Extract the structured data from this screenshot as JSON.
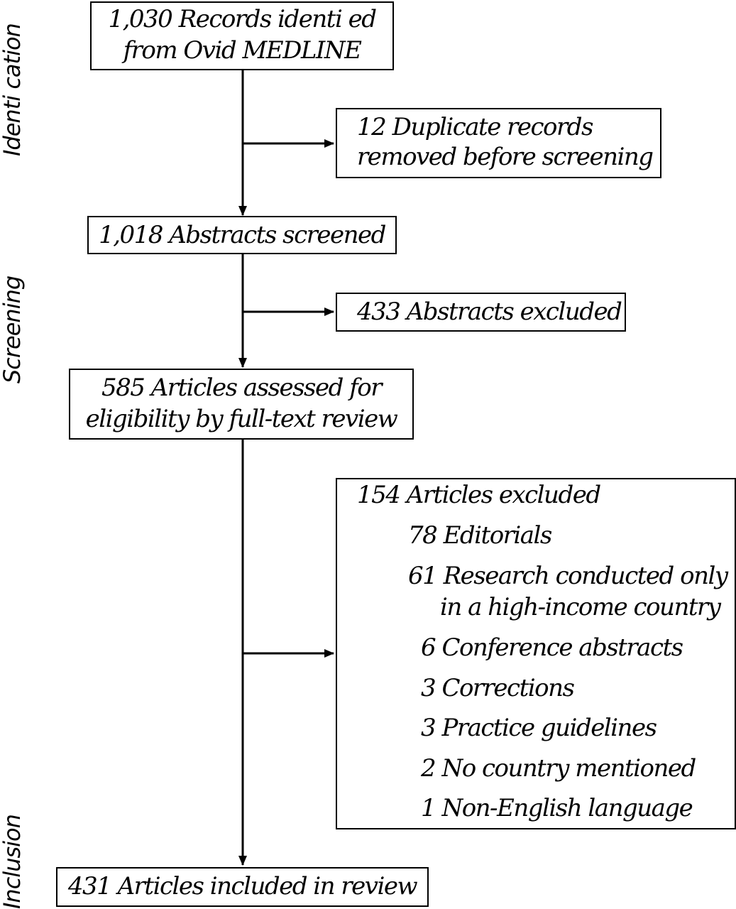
{
  "stages": {
    "identification": "Identi cation",
    "screening": "Screening",
    "inclusion": "Inclusion"
  },
  "boxes": {
    "records_identified": [
      "1,030 Records identi  ed",
      "from Ovid MEDLINE"
    ],
    "duplicates_removed": [
      "12 Duplicate records",
      "removed before screening"
    ],
    "abstracts_screened": "1,018 Abstracts screened",
    "abstracts_excluded": "433 Abstracts excluded",
    "assessed_eligibility": [
      "585 Articles assessed for",
      "eligibility by full-text review"
    ],
    "articles_excluded": {
      "title": "154 Articles excluded",
      "reasons": [
        "78 Editorials",
        "61 Research conducted only",
        "in a high-income country",
        "6 Conference abstracts",
        "3 Corrections",
        "3 Practice guidelines",
        "2 No country mentioned",
        "1 Non-English language"
      ]
    },
    "included_in_review": "431 Articles included in review"
  }
}
